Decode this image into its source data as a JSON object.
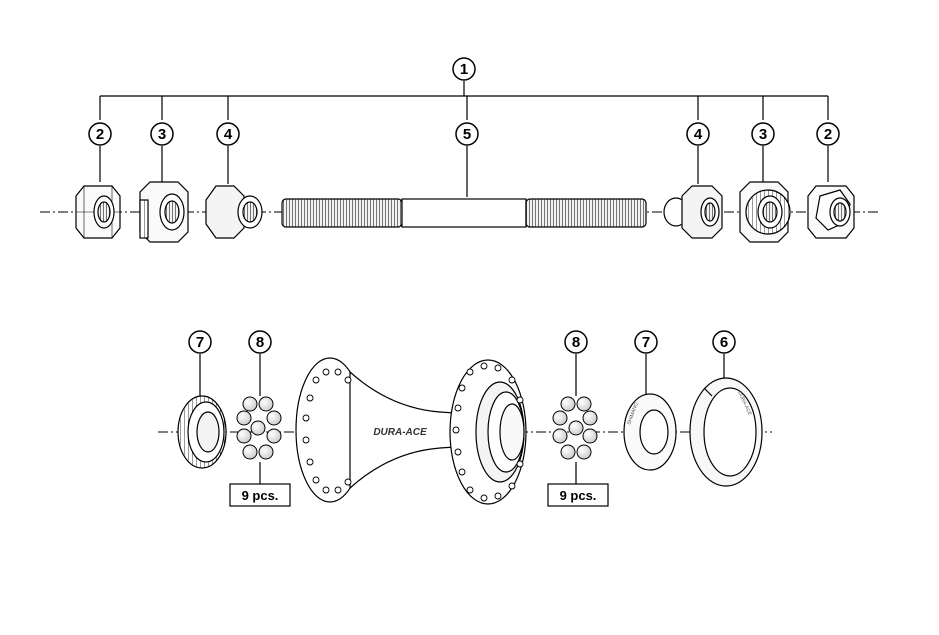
{
  "callouts": {
    "c1": "1",
    "c2": "2",
    "c3": "3",
    "c4": "4",
    "c5": "5",
    "c6": "6",
    "c7": "7",
    "c8": "8"
  },
  "quantity_label": "9 pcs.",
  "hub_brand": "DURA-ACE",
  "lockring_text": "SHIMANO",
  "lock_nut_text": "DURA-ACE"
}
